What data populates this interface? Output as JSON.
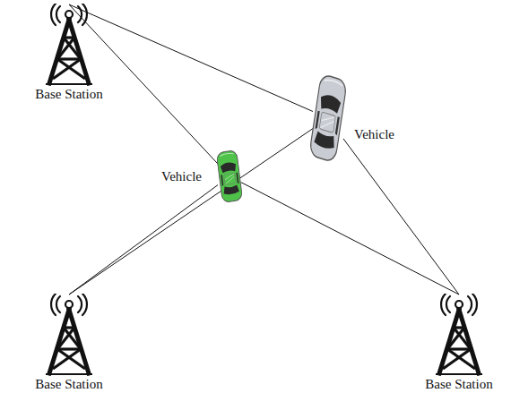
{
  "diagram": {
    "nodes": [
      {
        "text": [
          "Base Station"
        ]
      },
      {
        "text": [
          "Vehicle"
        ]
      },
      {
        "text": [
          "Vehicle"
        ]
      },
      {
        "text": [
          "Base Station"
        ]
      },
      {
        "text": [
          "Base Station"
        ]
      }
    ],
    "edges": [
      {
        "from": 0,
        "to": 1,
        "arrow": "none"
      },
      {
        "from": 0,
        "to": 2,
        "arrow": "none"
      },
      {
        "from": 3,
        "to": 2,
        "arrow": "none"
      },
      {
        "from": 3,
        "to": 1,
        "arrow": "none"
      },
      {
        "from": 4,
        "to": 2,
        "arrow": "none"
      },
      {
        "from": 4,
        "to": 1,
        "arrow": "none"
      }
    ]
  }
}
